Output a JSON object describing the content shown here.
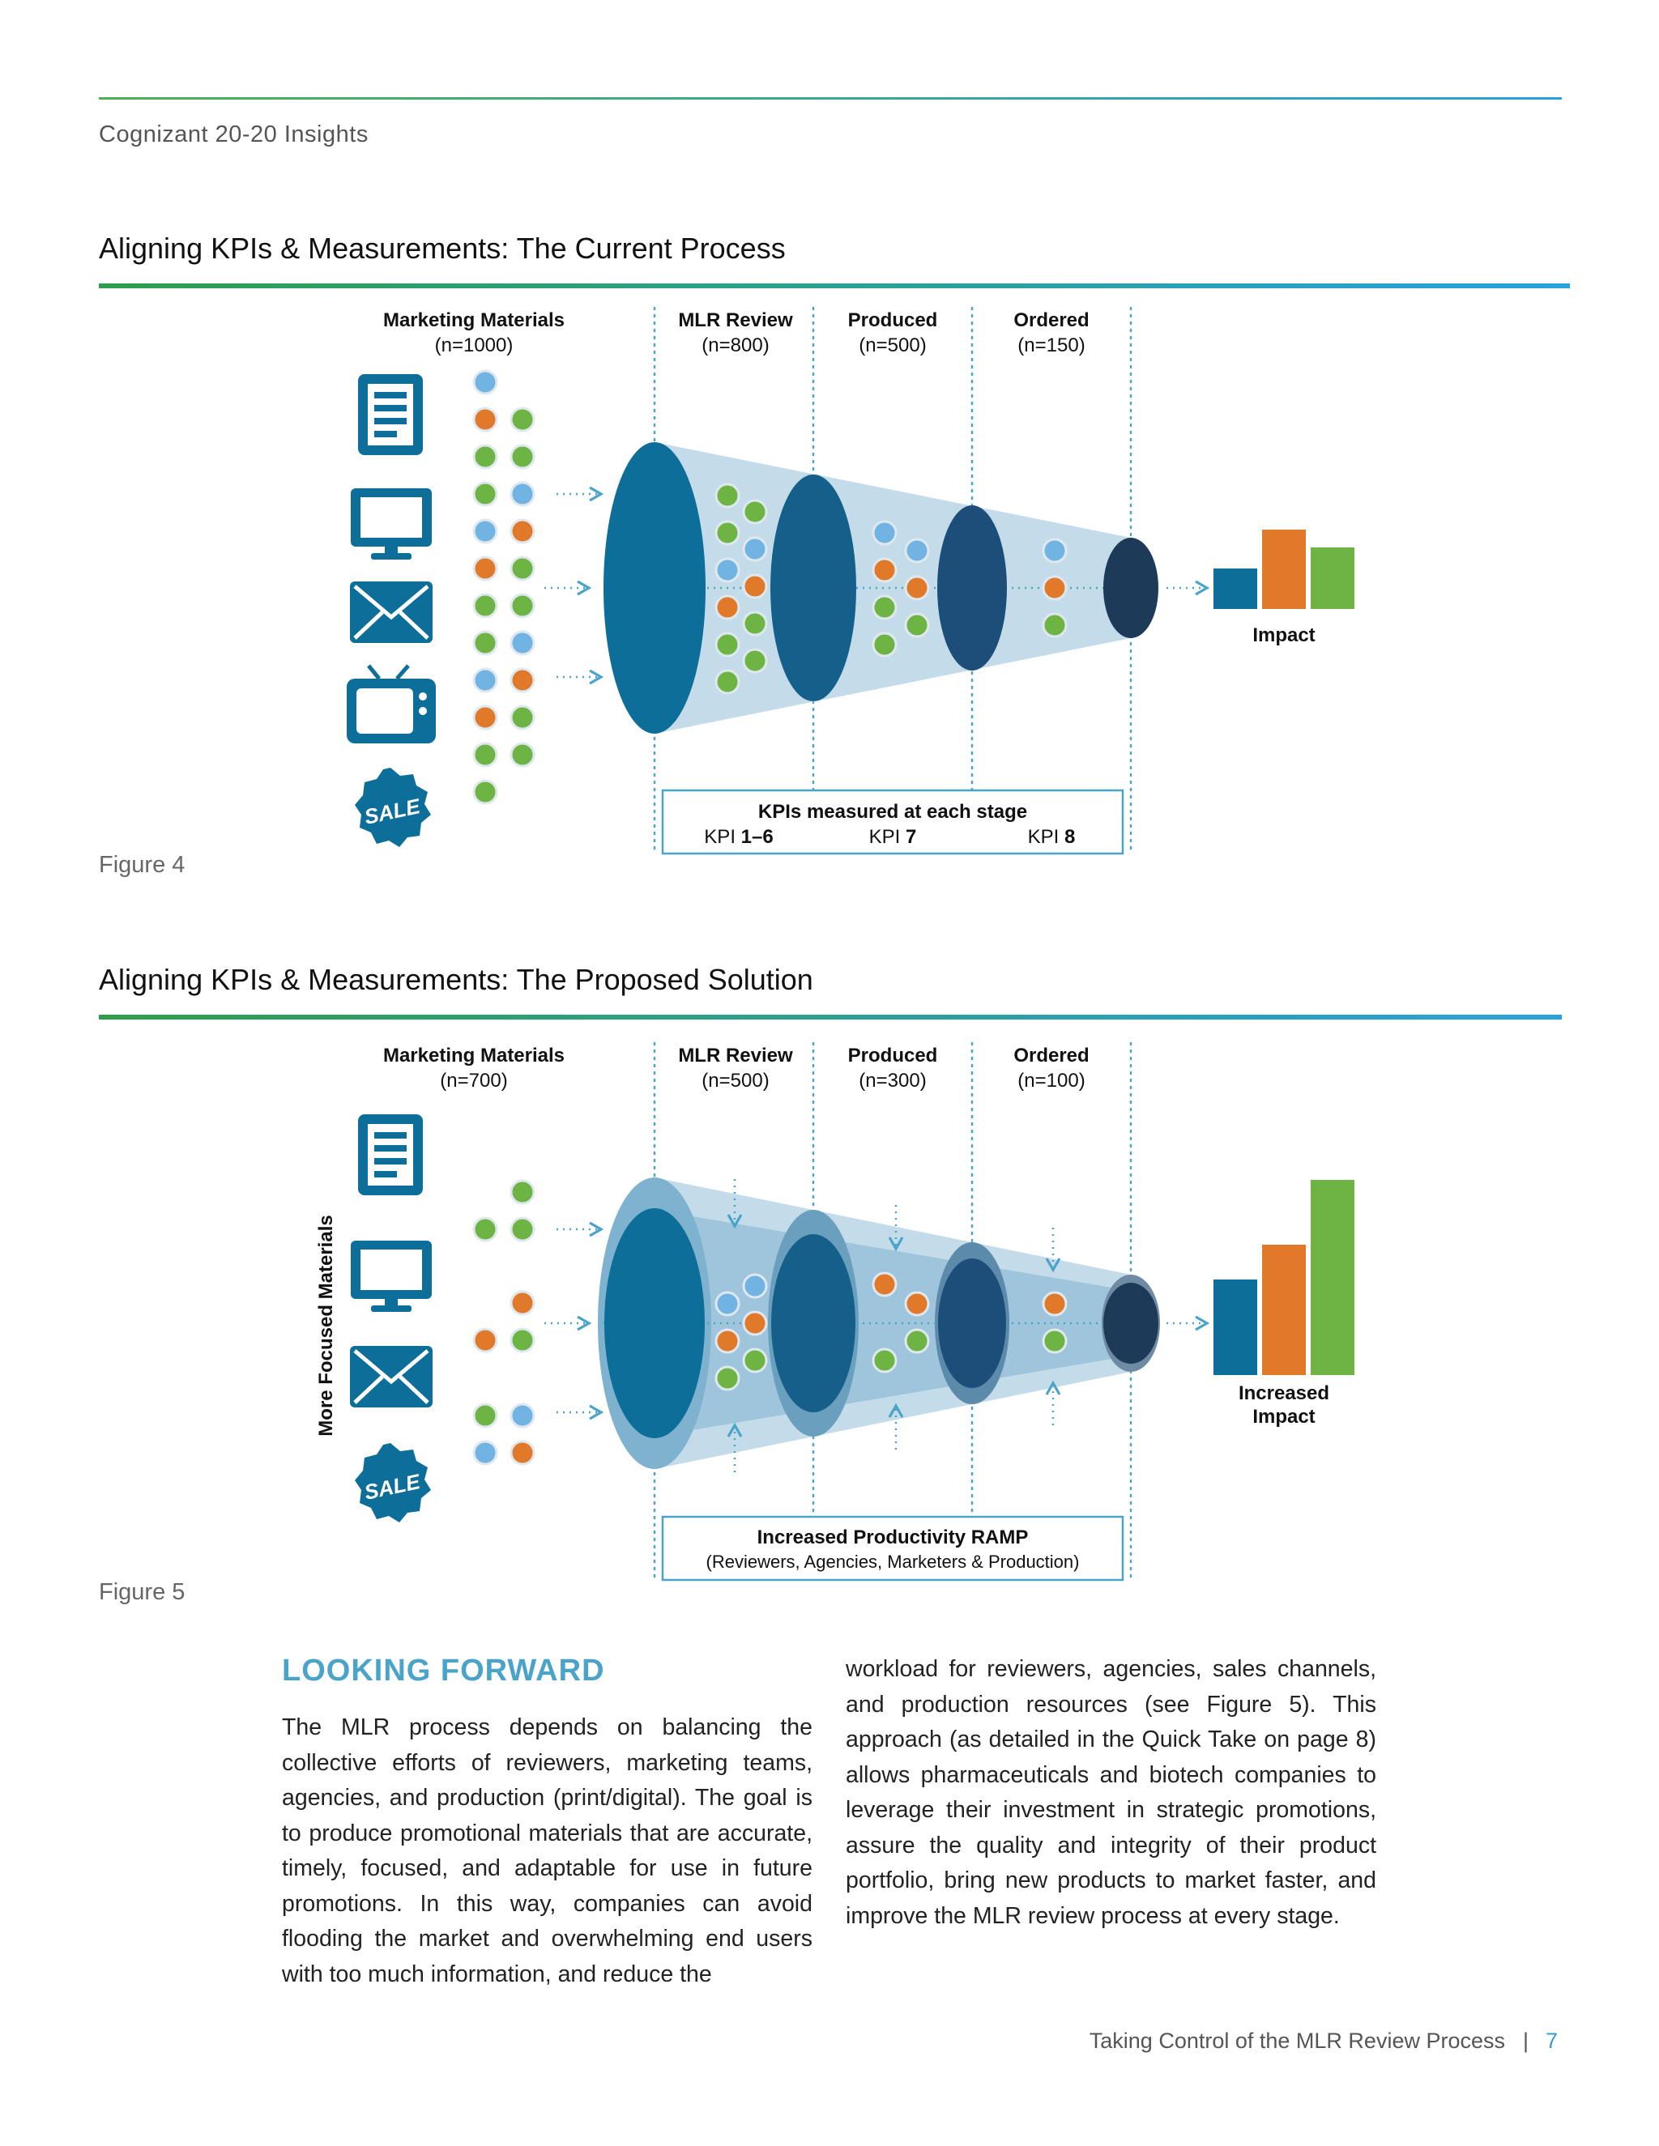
{
  "header": {
    "brand": "Cognizant 20-20 Insights"
  },
  "figure4": {
    "title": "Aligning KPIs & Measurements: The Current Process",
    "label": "Figure 4",
    "stages": [
      {
        "name": "Marketing Materials",
        "count": "(n=1000)"
      },
      {
        "name": "MLR Review",
        "count": "(n=800)"
      },
      {
        "name": "Produced",
        "count": "(n=500)"
      },
      {
        "name": "Ordered",
        "count": "(n=150)"
      }
    ],
    "impact_label": "Impact",
    "box_title": "KPIs measured at each stage",
    "kpis": [
      {
        "prefix": "KPI ",
        "value": "1–6"
      },
      {
        "prefix": "KPI ",
        "value": "7"
      },
      {
        "prefix": "KPI ",
        "value": "8"
      }
    ],
    "sale_badge": "SALE"
  },
  "figure5": {
    "title": "Aligning KPIs & Measurements: The Proposed Solution",
    "label": "Figure 5",
    "stages": [
      {
        "name": "Marketing Materials",
        "count": "(n=700)"
      },
      {
        "name": "MLR Review",
        "count": "(n=500)"
      },
      {
        "name": "Produced",
        "count": "(n=300)"
      },
      {
        "name": "Ordered",
        "count": "(n=100)"
      }
    ],
    "side_label": "More Focused Materials",
    "impact_label_line1": "Increased",
    "impact_label_line2": "Impact",
    "box_title": "Increased Productivity RAMP",
    "box_subtitle": "(Reviewers, Agencies, Marketers & Production)",
    "sale_badge": "SALE"
  },
  "colors": {
    "blue": "#0d6e9a",
    "orange": "#e07a2a",
    "green": "#6db444",
    "light_blue": "#71b4e4",
    "dark_navy": "#1d3b58",
    "accent": "#4aa3c9"
  },
  "section": {
    "heading": "LOOKING FORWARD",
    "col1": "The MLR process depends on balancing the collective efforts of reviewers, marketing teams, agencies, and production (print/digital). The goal is to produce promotional materials that are accurate, timely, focused, and adaptable for use in future promotions. In this way, companies can avoid flooding the market and overwhelming end users with too much information, and reduce the",
    "col2": "workload for reviewers, agencies, sales channels, and production resources (see Figure 5). This approach (as detailed in the Quick Take on page 8) allows pharmaceuticals and biotech companies to leverage their investment in strategic promotions, assure the quality and integrity of their product portfolio, bring new products to market faster, and improve the MLR review process at every stage."
  },
  "footer": {
    "title": "Taking Control of the MLR Review Process",
    "separator": "|",
    "page": "7"
  }
}
